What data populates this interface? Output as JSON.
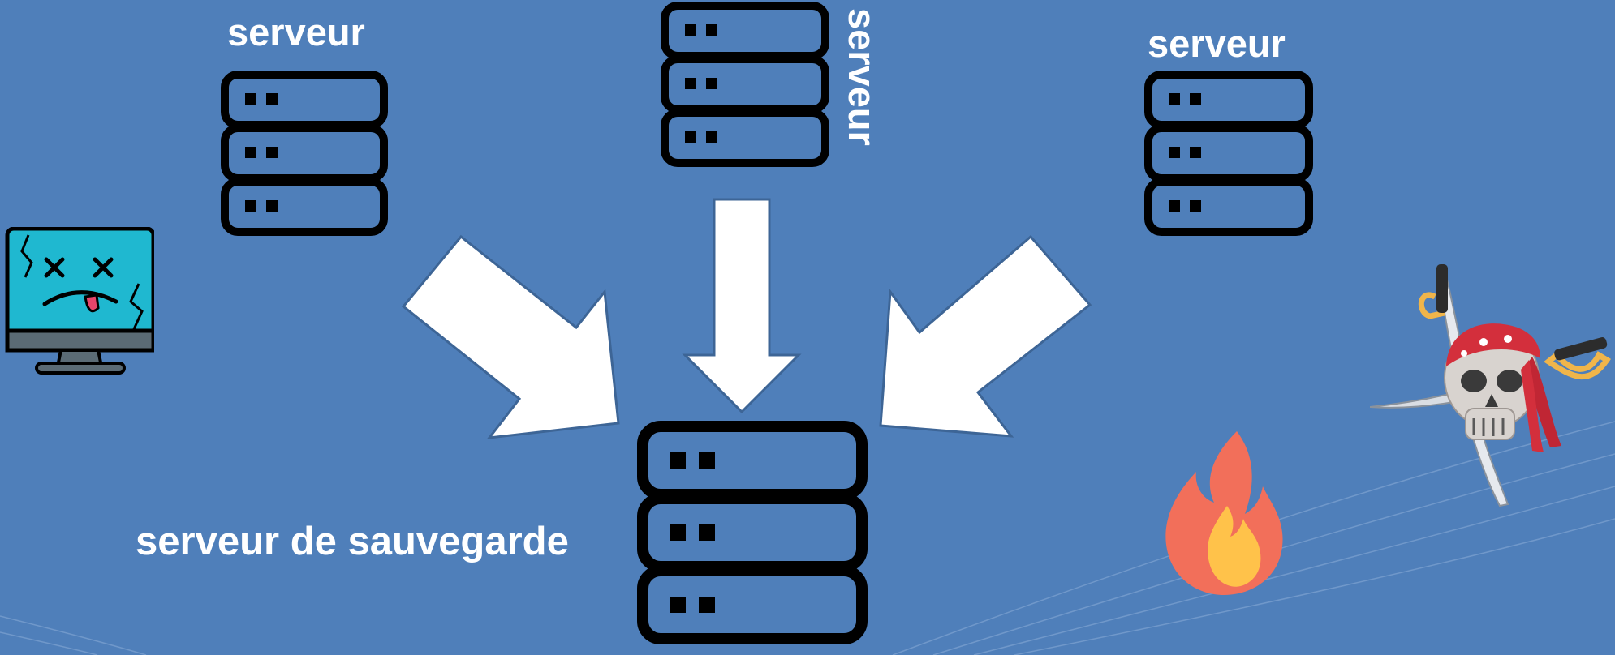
{
  "labels": {
    "server_left": "serveur",
    "server_center": "serveur",
    "server_right": "serveur",
    "backup_server": "serveur de sauvegarde"
  },
  "colors": {
    "background": "#4f7fba",
    "server_stroke": "#000000",
    "arrow_fill": "#ffffff",
    "monitor_screen": "#1fb8d0",
    "fire_outer": "#f26f5a",
    "fire_inner": "#ffc24a"
  },
  "icons": [
    "server-icon",
    "arrow-icon",
    "broken-monitor-icon",
    "fire-icon",
    "pirate-skull-icon"
  ]
}
